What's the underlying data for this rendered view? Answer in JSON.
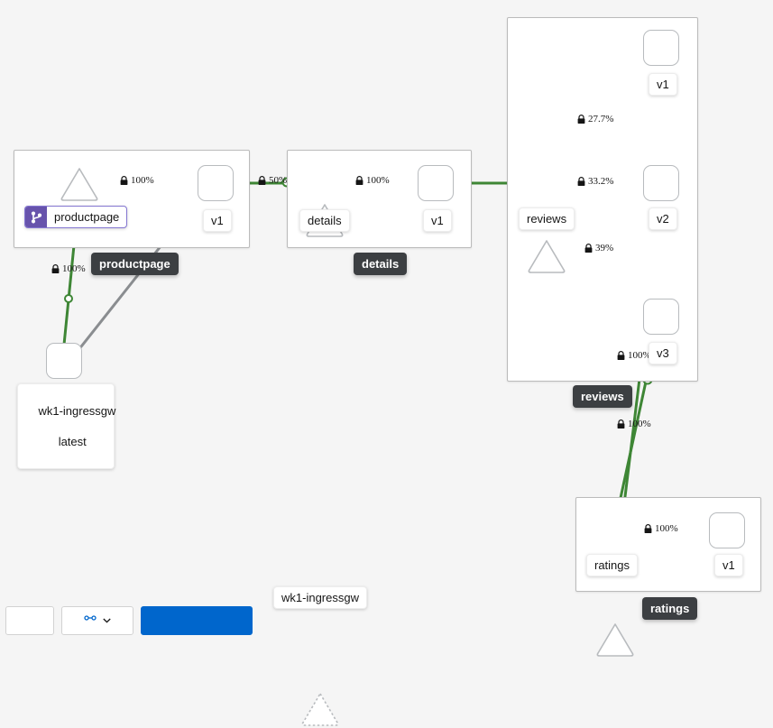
{
  "app": {
    "view": "service-mesh-graph",
    "background_color": "#f5f5f5"
  },
  "colors": {
    "edge_healthy": "#3e8635",
    "edge_idle": "#8a8d90",
    "node_border": "#b8bbbe",
    "group_border": "#bbbbbb",
    "badge_dark_bg": "#3c3f42",
    "virtualservice_purple": "#6753ac",
    "toolbar_primary": "#0066cc"
  },
  "groups": [
    {
      "id": "g-productpage",
      "label": "productpage"
    },
    {
      "id": "g-details",
      "label": "details"
    },
    {
      "id": "g-reviews",
      "label": "reviews"
    },
    {
      "id": "g-ratings",
      "label": "ratings"
    }
  ],
  "nodes": [
    {
      "id": "n-ingress-left",
      "type": "workload",
      "label": "wk1-ingressgw\nlatest",
      "shape": "rounded-box"
    },
    {
      "id": "n-productpage-svc",
      "type": "service",
      "label": "productpage",
      "shape": "triangle",
      "badge": "virtual-service"
    },
    {
      "id": "n-productpage-v1",
      "type": "workload",
      "label": "v1",
      "shape": "rounded-box"
    },
    {
      "id": "n-details-svc",
      "type": "service",
      "label": "details",
      "shape": "triangle"
    },
    {
      "id": "n-details-v1",
      "type": "workload",
      "label": "v1",
      "shape": "rounded-box"
    },
    {
      "id": "n-reviews-svc",
      "type": "service",
      "label": "reviews",
      "shape": "triangle"
    },
    {
      "id": "n-reviews-v1",
      "type": "workload",
      "label": "v1",
      "shape": "rounded-box"
    },
    {
      "id": "n-reviews-v2",
      "type": "workload",
      "label": "v2",
      "shape": "rounded-box"
    },
    {
      "id": "n-reviews-v3",
      "type": "workload",
      "label": "v3",
      "shape": "rounded-box"
    },
    {
      "id": "n-ratings-svc",
      "type": "service",
      "label": "ratings",
      "shape": "triangle"
    },
    {
      "id": "n-ratings-v1",
      "type": "workload",
      "label": "v1",
      "shape": "rounded-box"
    },
    {
      "id": "n-ingress-bottom",
      "type": "service",
      "label": "wk1-ingressgw",
      "shape": "triangle-dashed",
      "state": "idle"
    }
  ],
  "edges": [
    {
      "id": "e1",
      "from": "n-ingress-left",
      "to": "n-productpage-svc",
      "label": "100%",
      "mtls": true,
      "health": "healthy"
    },
    {
      "id": "e2",
      "from": "n-productpage-svc",
      "to": "n-productpage-v1",
      "label": "100%",
      "mtls": true,
      "health": "healthy"
    },
    {
      "id": "e3",
      "from": "n-productpage-v1",
      "to": "n-details-svc",
      "label": "50%",
      "mtls": true,
      "health": "healthy"
    },
    {
      "id": "e4",
      "from": "n-details-svc",
      "to": "n-details-v1",
      "label": "100%",
      "mtls": true,
      "health": "healthy"
    },
    {
      "id": "e5",
      "from": "n-details-v1",
      "to": "n-reviews-svc",
      "label": "",
      "mtls": false,
      "health": "healthy"
    },
    {
      "id": "e6",
      "from": "n-reviews-svc",
      "to": "n-reviews-v1",
      "label": "27.7%",
      "mtls": true,
      "health": "healthy"
    },
    {
      "id": "e7",
      "from": "n-reviews-svc",
      "to": "n-reviews-v2",
      "label": "33.2%",
      "mtls": true,
      "health": "healthy"
    },
    {
      "id": "e8",
      "from": "n-reviews-svc",
      "to": "n-reviews-v3",
      "label": "39%",
      "mtls": true,
      "health": "healthy"
    },
    {
      "id": "e9",
      "from": "n-reviews-v3",
      "to": "n-ratings-svc",
      "label": "100%",
      "mtls": true,
      "health": "healthy"
    },
    {
      "id": "e10",
      "from": "n-reviews-v2",
      "to": "n-ratings-svc",
      "label": "100%",
      "mtls": true,
      "health": "healthy"
    },
    {
      "id": "e11",
      "from": "n-ratings-svc",
      "to": "n-ratings-v1",
      "label": "100%",
      "mtls": true,
      "health": "healthy"
    },
    {
      "id": "e12",
      "from": "n-ingress-left",
      "to": "n-productpage-v1",
      "label": "",
      "mtls": false,
      "health": "idle"
    }
  ],
  "labels": {
    "productpage": "productpage",
    "details": "details",
    "reviews": "reviews",
    "ratings": "ratings",
    "v1": "v1",
    "v2": "v2",
    "v3": "v3",
    "ingress_left_line1": "wk1-ingressgw",
    "ingress_left_line2": "latest",
    "ingress_bottom": "wk1-ingressgw",
    "pct_100": "100%",
    "pct_50": "50%",
    "pct_277": "27.7%",
    "pct_332": "33.2%",
    "pct_39": "39%"
  },
  "icons": {
    "virtual_service": "code-branch-icon",
    "mtls_lock": "lock-icon"
  }
}
